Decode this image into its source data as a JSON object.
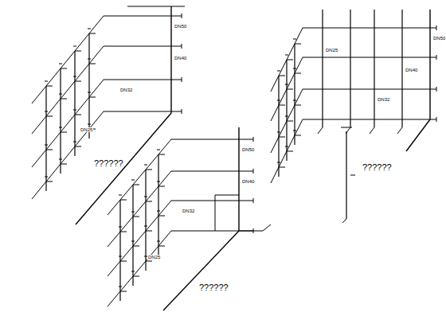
{
  "diagram": {
    "labels": [
      "??????",
      "??????",
      "??????",
      "DN50",
      "DN40",
      "DN32",
      "DN25",
      "DN50",
      "DN40",
      "DN32",
      "DN25",
      "DN50",
      "DN40",
      "DN32",
      "DN25"
    ]
  }
}
